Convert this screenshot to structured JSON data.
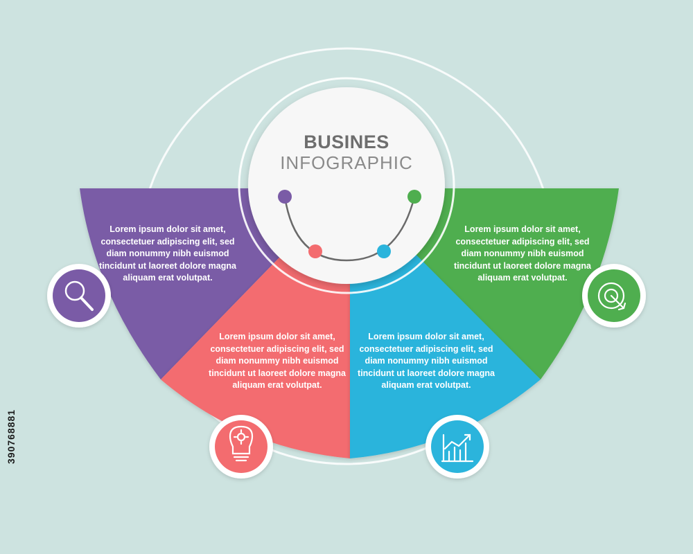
{
  "title": {
    "main": "BUSINES",
    "sub": "INFOGRAPHIC"
  },
  "side_id": "390768881",
  "colors": {
    "background": "#cde3e0",
    "purple": "#7a5ba6",
    "red": "#f36c6f",
    "blue": "#2bb4dc",
    "green": "#4fae4f",
    "title": "#6e6e6e"
  },
  "blocks": [
    {
      "key": "purple",
      "icon": "magnifier-icon",
      "text": "Lorem ipsum dolor sit amet, consectetuer adipiscing elit, sed diam nonummy nibh euismod tincidunt ut laoreet dolore magna aliquam erat volutpat."
    },
    {
      "key": "red",
      "icon": "lightbulb-icon",
      "text": "Lorem ipsum dolor sit amet, consectetuer adipiscing elit, sed diam nonummy nibh euismod tincidunt ut laoreet dolore magna aliquam erat volutpat."
    },
    {
      "key": "blue",
      "icon": "growth-chart-icon",
      "text": "Lorem ipsum dolor sit amet, consectetuer adipiscing elit, sed diam nonummy nibh euismod tincidunt ut laoreet dolore magna aliquam erat volutpat."
    },
    {
      "key": "green",
      "icon": "target-icon",
      "text": "Lorem ipsum dolor sit amet, consectetuer adipiscing elit, sed diam nonummy nibh euismod tincidunt ut laoreet dolore magna aliquam erat volutpat."
    }
  ]
}
